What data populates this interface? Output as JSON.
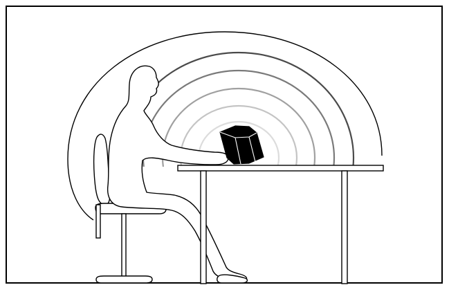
{
  "illustration": {
    "subject": "person-seated-at-table-with-speaker",
    "colors": {
      "background": "#ffffff",
      "line": "#000000",
      "object_fill": "#000000",
      "wave_outer": "#000000",
      "wave_1": "#4a4a4a",
      "wave_2": "#7a7a7a",
      "wave_3": "#a0a0a0",
      "wave_4": "#c4c4c4",
      "wave_5": "#dcdcdc"
    },
    "wave_ring_count": 6,
    "icons": [
      "person-silhouette",
      "chair",
      "table",
      "speaker-box",
      "sound-wave"
    ]
  }
}
